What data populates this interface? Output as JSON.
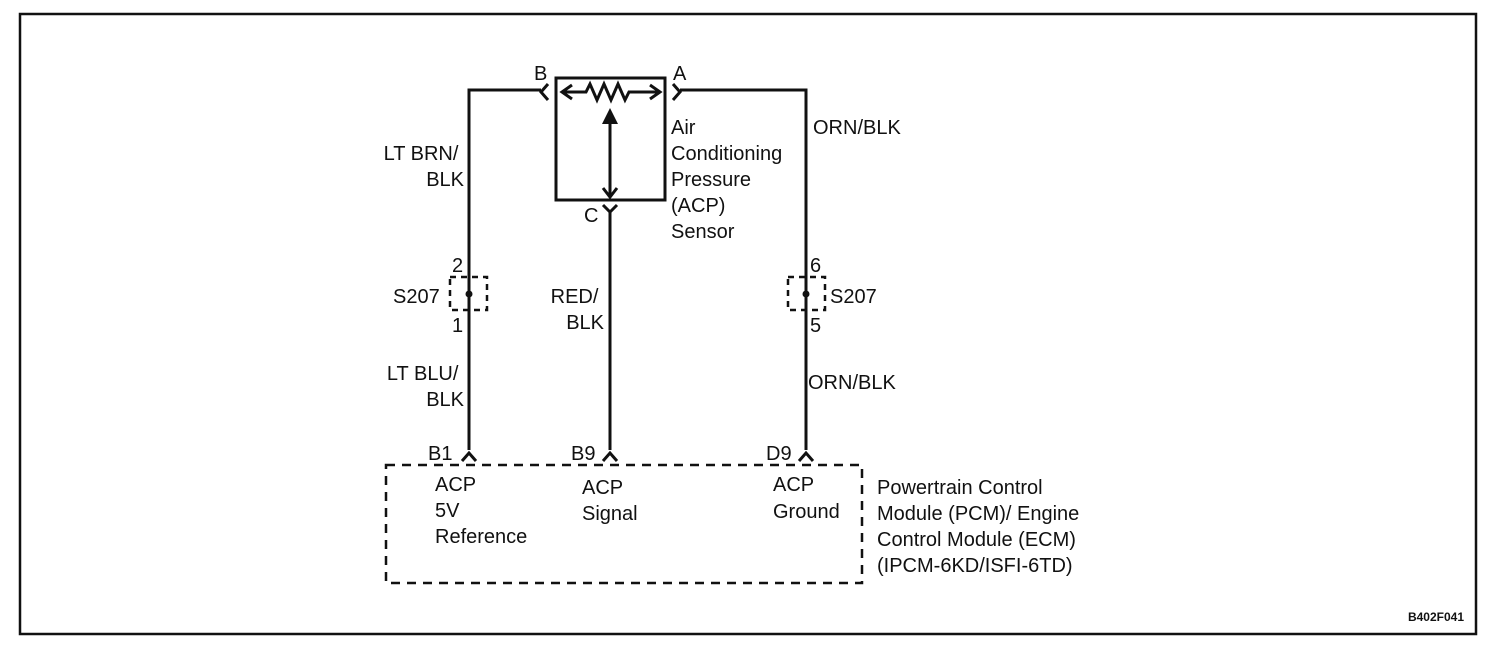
{
  "sensor": {
    "pin_b": "B",
    "pin_a": "A",
    "pin_c": "C",
    "name_lines": [
      "Air",
      "Conditioning",
      "Pressure",
      "(ACP)",
      "Sensor"
    ]
  },
  "wires": {
    "left_upper": [
      "LT BRN/",
      "BLK"
    ],
    "left_lower": [
      "LT BLU/",
      "BLK"
    ],
    "middle": [
      "RED/",
      "BLK"
    ],
    "right_upper": "ORN/BLK",
    "right_lower": "ORN/BLK"
  },
  "splices": {
    "left": {
      "name": "S207",
      "top_pin": "2",
      "bottom_pin": "1"
    },
    "right": {
      "name": "S207",
      "top_pin": "6",
      "bottom_pin": "5"
    }
  },
  "module": {
    "pins": {
      "left": "B1",
      "middle": "B9",
      "right": "D9"
    },
    "left_circuit": [
      "ACP",
      "5V",
      "Reference"
    ],
    "middle_circuit": [
      "ACP",
      "Signal"
    ],
    "right_circuit": [
      "ACP",
      "Ground"
    ],
    "name_lines": [
      "Powertrain Control",
      "Module (PCM)/ Engine",
      "Control Module (ECM)",
      "(IPCM-6KD/ISFI-6TD)"
    ]
  },
  "figure_id": "B402F041"
}
